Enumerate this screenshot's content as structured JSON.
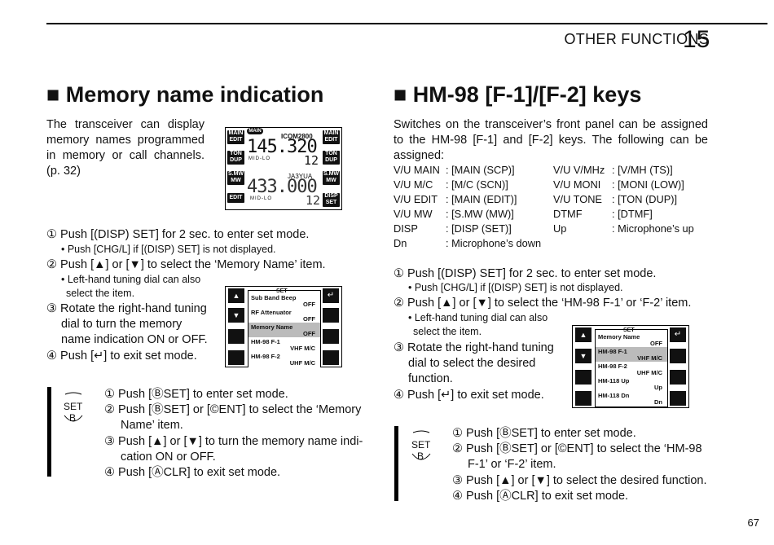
{
  "header": {
    "section": "OTHER FUNCTIONS",
    "number": "15",
    "page": "67"
  },
  "left": {
    "title": "■ Memory name indication",
    "intro": "The transceiver can display memory names programmed in memory or call channels. (p. 32)",
    "lcd": {
      "left_keys": [
        "MAIN EDIT",
        "TON DUP",
        "S.MW MW",
        "EDIT"
      ],
      "right_keys": [
        "MAIN EDIT",
        "TON DUP",
        "S.MW MW",
        "DISP SET"
      ],
      "main_badge": "MAIN",
      "name_top": "ICOM2800",
      "freq_top": "145.320",
      "mid_lo_top": "MID-LO",
      "ch_top": "12",
      "name_bottom": "JA3YUA",
      "freq_bottom": "433.000",
      "mid_lo_bottom": "MID-LO",
      "ch_bottom": "12"
    },
    "steps": [
      {
        "num": "①",
        "text": "Push [(DISP) SET] for 2 sec. to enter set mode."
      },
      {
        "num": "",
        "text": "• Push [CHG/L] if [(DISP) SET] is not displayed."
      },
      {
        "num": "②",
        "text": "Push [▲] or [▼] to select the ‘Memory Name’ item."
      },
      {
        "num": "",
        "text": "• Left-hand tuning dial can also"
      },
      {
        "num": "",
        "text": "select the item."
      },
      {
        "num": "③",
        "text": "Rotate the right-hand tuning"
      },
      {
        "num": "",
        "text": "dial to turn the memory"
      },
      {
        "num": "",
        "text": "name indication ON or OFF."
      },
      {
        "num": "④",
        "text": "Push [↵] to exit set mode."
      }
    ],
    "setmenu": {
      "label": "SET",
      "rows": [
        {
          "a": "Sub  Band  Beep",
          "b": "OFF"
        },
        {
          "a": "RF  Attenuator",
          "b": "OFF"
        },
        {
          "a": "Memory  Name",
          "b": "OFF"
        },
        {
          "a": "HM-98  F-1",
          "b": "VHF  M/C"
        },
        {
          "a": "HM-98  F-2",
          "b": "UHF  M/C"
        }
      ]
    },
    "mic_key": {
      "top": "SET",
      "bottom": "B"
    },
    "mic_steps": [
      {
        "num": "①",
        "text": "Push [ⒷSET] to enter set mode."
      },
      {
        "num": "②",
        "text": "Push [ⒷSET] or [©ENT] to select the ‘Memory"
      },
      {
        "num": "",
        "text": "Name’ item."
      },
      {
        "num": "③",
        "text": "Push [▲] or [▼] to turn the memory name indi-"
      },
      {
        "num": "",
        "text": "cation ON or OFF."
      },
      {
        "num": "④",
        "text": "Push [ⒶCLR] to exit set mode."
      }
    ]
  },
  "right": {
    "title": "■ HM-98 [F-1]/[F-2] keys",
    "intro": "Switches on the transceiver’s front panel can be assigned to the HM-98 [F-1] and [F-2] keys. The following can be assigned:",
    "options": [
      [
        "V/U MAIN",
        ": [MAIN (SCP)]",
        "V/U V/MHz",
        ": [V/MH (TS)]"
      ],
      [
        "V/U M/C",
        ": [M/C (SCN)]",
        "V/U MONI",
        ": [MONI (LOW)]"
      ],
      [
        "V/U EDIT",
        ": [MAIN (EDIT)]",
        "V/U TONE",
        ": [TON (DUP)]"
      ],
      [
        "V/U MW",
        ": [S.MW (MW)]",
        "DTMF",
        ": [DTMF]"
      ],
      [
        "DISP",
        ": [DISP (SET)]",
        "Up",
        ": Microphone’s up"
      ],
      [
        "Dn",
        ": Microphone’s down",
        "",
        ""
      ]
    ],
    "steps": [
      {
        "num": "①",
        "text": "Push [(DISP) SET] for 2 sec. to enter set mode."
      },
      {
        "num": "",
        "text": "• Push [CHG/L] if [(DISP) SET] is not displayed."
      },
      {
        "num": "②",
        "text": "Push [▲] or [▼] to select the ‘HM-98 F-1’ or ‘F-2’ item."
      },
      {
        "num": "",
        "text": "• Left-hand tuning dial can also"
      },
      {
        "num": "",
        "text": "select the item."
      },
      {
        "num": "③",
        "text": "Rotate the right-hand tuning"
      },
      {
        "num": "",
        "text": "dial to select the desired"
      },
      {
        "num": "",
        "text": "function."
      },
      {
        "num": "④",
        "text": "Push [↵] to exit set mode."
      }
    ],
    "setmenu": {
      "label": "SET",
      "rows": [
        {
          "a": "Memory  Name",
          "b": "OFF"
        },
        {
          "a": "HM-98  F-1",
          "b": "VHF  M/C"
        },
        {
          "a": "HM-98  F-2",
          "b": "UHF  M/C"
        },
        {
          "a": "HM-118  Up",
          "b": "Up"
        },
        {
          "a": "HM-118  Dn",
          "b": "Dn"
        }
      ]
    },
    "mic_key": {
      "top": "SET",
      "bottom": "B"
    },
    "mic_steps": [
      {
        "num": "①",
        "text": "Push [ⒷSET] to enter set mode."
      },
      {
        "num": "②",
        "text": "Push [ⒷSET] or [©ENT] to select the ‘HM-98"
      },
      {
        "num": "",
        "text": "F-1’ or ‘F-2’ item."
      },
      {
        "num": "③",
        "text": "Push [▲] or [▼] to select the desired function."
      },
      {
        "num": "④",
        "text": "Push [ⒶCLR] to exit set mode."
      }
    ]
  }
}
